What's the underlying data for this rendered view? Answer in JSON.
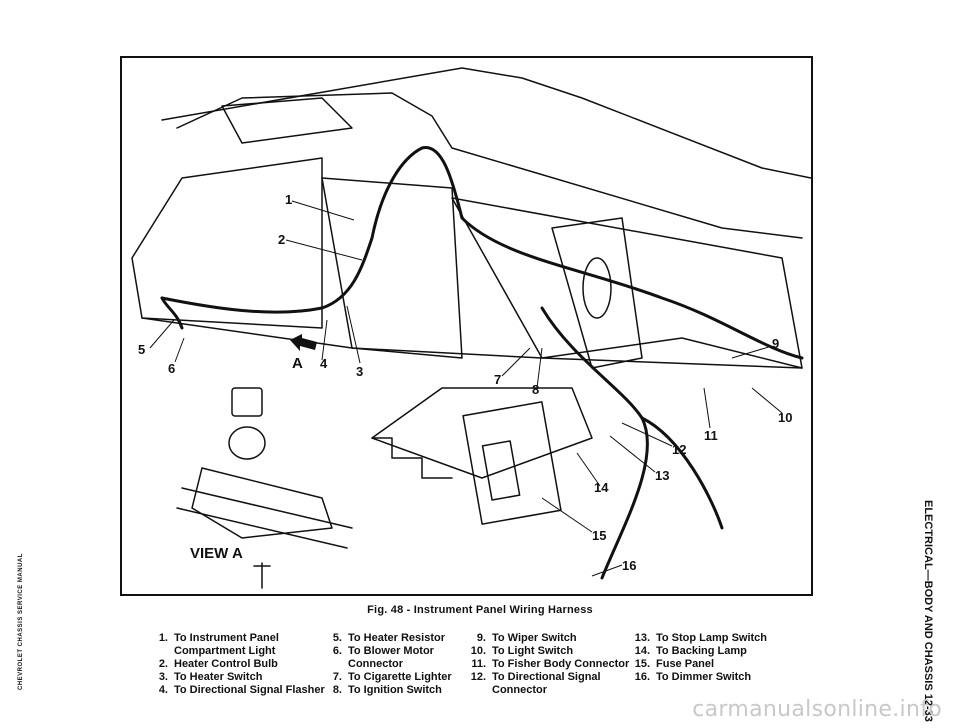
{
  "figure": {
    "view_label": "VIEW A",
    "view_marker": "A",
    "callouts": [
      "1",
      "2",
      "3",
      "4",
      "5",
      "6",
      "7",
      "8",
      "9",
      "10",
      "11",
      "12",
      "13",
      "14",
      "15",
      "16"
    ]
  },
  "caption": "Fig. 48 - Instrument Panel Wiring Harness",
  "legend": [
    [
      {
        "num": "1.",
        "text": "To Instrument Panel\nCompartment Light"
      },
      {
        "num": "2.",
        "text": "Heater Control Bulb"
      },
      {
        "num": "3.",
        "text": "To Heater Switch"
      },
      {
        "num": "4.",
        "text": "To Directional Signal Flasher"
      }
    ],
    [
      {
        "num": "5.",
        "text": "To Heater Resistor"
      },
      {
        "num": "6.",
        "text": "To Blower Motor\nConnector"
      },
      {
        "num": "7.",
        "text": "To Cigarette Lighter"
      },
      {
        "num": "8.",
        "text": "To Ignition Switch"
      }
    ],
    [
      {
        "num": "9.",
        "text": "To Wiper Switch"
      },
      {
        "num": "10.",
        "text": "To Light Switch"
      },
      {
        "num": "11.",
        "text": "To Fisher Body Connector"
      },
      {
        "num": "12.",
        "text": "To Directional Signal\nConnector"
      }
    ],
    [
      {
        "num": "13.",
        "text": "To Stop Lamp Switch"
      },
      {
        "num": "14.",
        "text": "To Backing Lamp"
      },
      {
        "num": "15.",
        "text": "Fuse Panel"
      },
      {
        "num": "16.",
        "text": "To Dimmer Switch"
      }
    ]
  ],
  "side_text_right": "ELECTRICAL—BODY AND CHASSIS 12-33",
  "side_text_left": "CHEVROLET CHASSIS SERVICE MANUAL",
  "watermark": "carmanualsonline.info"
}
